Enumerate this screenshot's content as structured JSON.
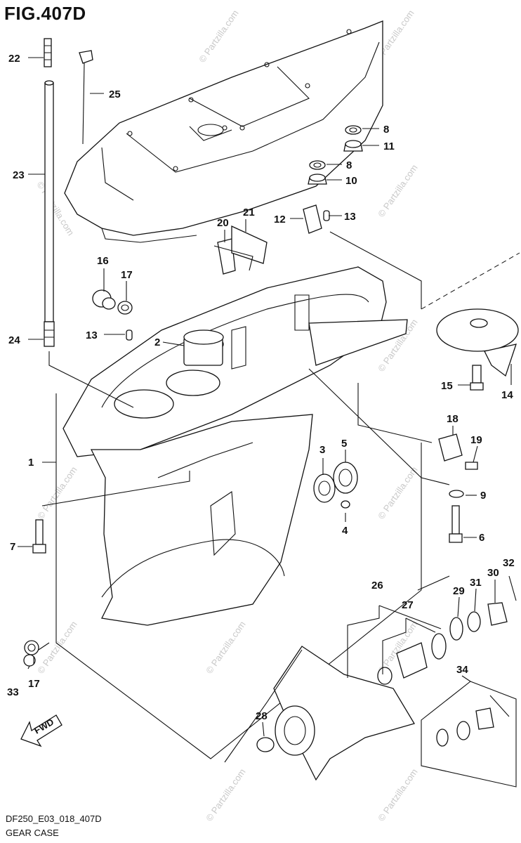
{
  "figure_title": "FIG.407D",
  "footer": {
    "drawing_code": "DF250_E03_018_407D",
    "assembly_name": "GEAR CASE"
  },
  "watermark_text": "© Partzilla.com",
  "fwd_label": "FWD",
  "callouts": [
    "1",
    "2",
    "3",
    "4",
    "5",
    "6",
    "7",
    "8",
    "8",
    "9",
    "10",
    "11",
    "12",
    "13",
    "13",
    "14",
    "15",
    "16",
    "17",
    "17",
    "18",
    "19",
    "20",
    "21",
    "22",
    "23",
    "24",
    "25",
    "26",
    "27",
    "28",
    "29",
    "30",
    "31",
    "32",
    "33",
    "34"
  ],
  "colors": {
    "line": "#111111",
    "background": "#ffffff",
    "watermark": "#c9c9c9"
  }
}
